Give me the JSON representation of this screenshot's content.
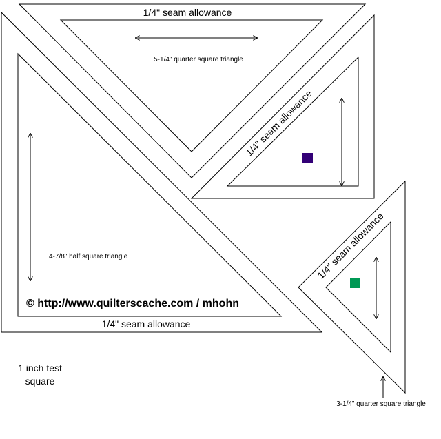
{
  "labels": {
    "seam_top": "1/4\" seam allowance",
    "quarter_large": "5-1/4\" quarter square triangle",
    "seam_right_large": "1/4\" seam allowance",
    "half_square": "4-7/8\" half square triangle",
    "copyright": "© http://www.quilterscache.com / mhohn",
    "seam_bottom": "1/4\" seam allowance",
    "seam_small": "1/4\" seam allowance",
    "quarter_small": "3-1/4\" quarter square triangle",
    "test_square": "1 inch test square"
  },
  "colors": {
    "line": "#000000",
    "marker_purple": "#330077",
    "marker_green": "#009955"
  },
  "icons": {
    "arrows": "double-headed-arrow",
    "pointer": "single-headed-arrow"
  }
}
